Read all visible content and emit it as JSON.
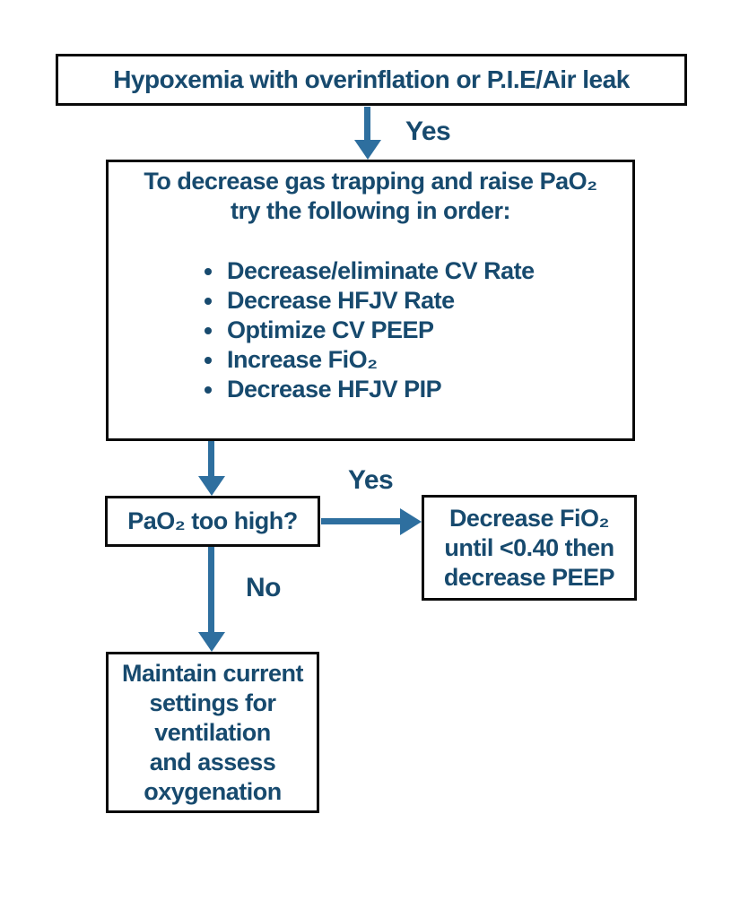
{
  "colors": {
    "text": "#174a6e",
    "arrow": "#2e6f9f",
    "border": "#0a0a0a",
    "background": "#ffffff"
  },
  "flowchart": {
    "start_box": {
      "label": "Hypoxemia with overinflation or P.I.E/Air leak"
    },
    "edge_start_to_actions": {
      "label": "Yes"
    },
    "actions_box": {
      "heading_line1": "To decrease gas trapping and raise PaO₂",
      "heading_line2": "try the following in order:",
      "bullets": [
        "Decrease/eliminate CV Rate",
        "Decrease HFJV Rate",
        "Optimize CV PEEP",
        "Increase FiO₂",
        "Decrease HFJV PIP"
      ]
    },
    "decision_box": {
      "label": "PaO₂ too high?"
    },
    "edge_yes": {
      "label": "Yes"
    },
    "yes_outcome_box": {
      "line1": "Decrease FiO₂",
      "line2": "until <0.40 then",
      "line3": "decrease PEEP"
    },
    "edge_no": {
      "label": "No"
    },
    "no_outcome_box": {
      "line1": "Maintain current",
      "line2": "settings for",
      "line3": "ventilation",
      "line4": "and assess",
      "line5": "oxygenation"
    }
  }
}
